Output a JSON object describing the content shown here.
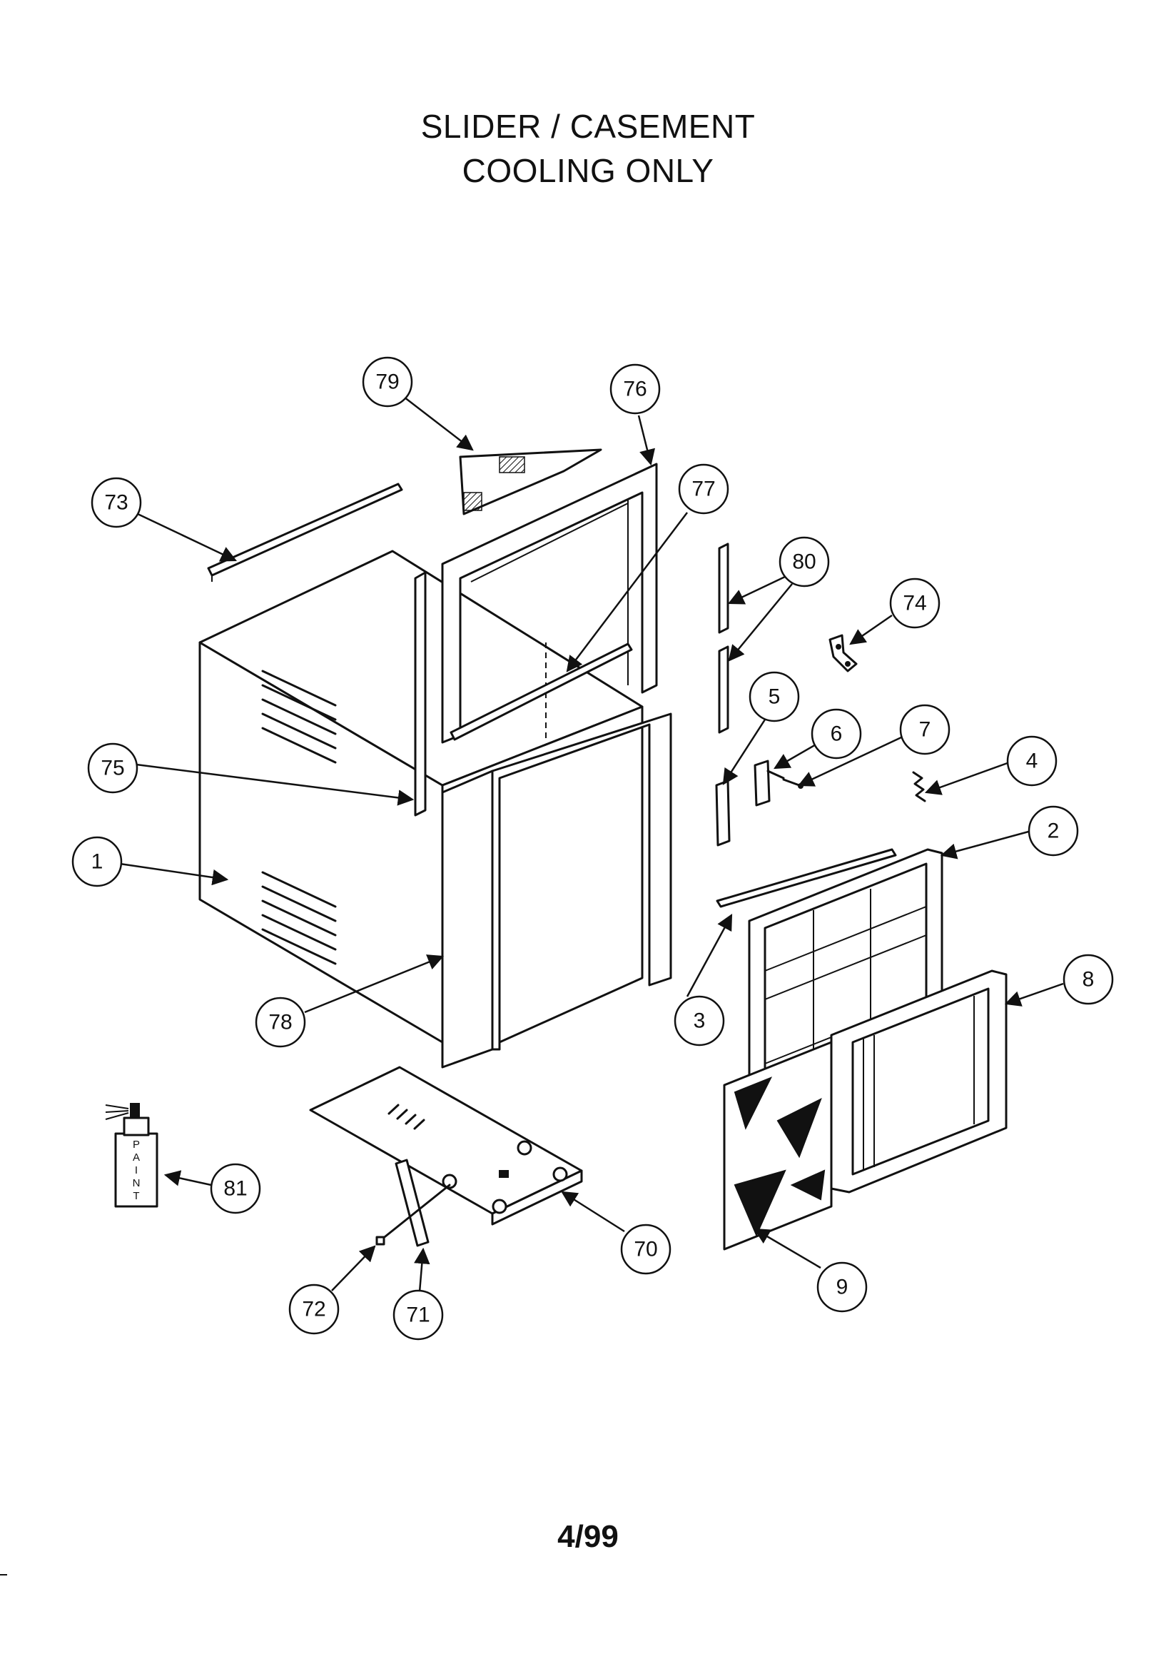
{
  "title_line1": "SLIDER / CASEMENT",
  "title_line2": "COOLING ONLY",
  "footer": "4/99",
  "paint_label": "PAINT",
  "part_labels": [
    "79",
    "76",
    "73",
    "77",
    "80",
    "74",
    "5",
    "6",
    "7",
    "4",
    "75",
    "2",
    "1",
    "3",
    "8",
    "78",
    "81",
    "70",
    "9",
    "72",
    "71"
  ]
}
